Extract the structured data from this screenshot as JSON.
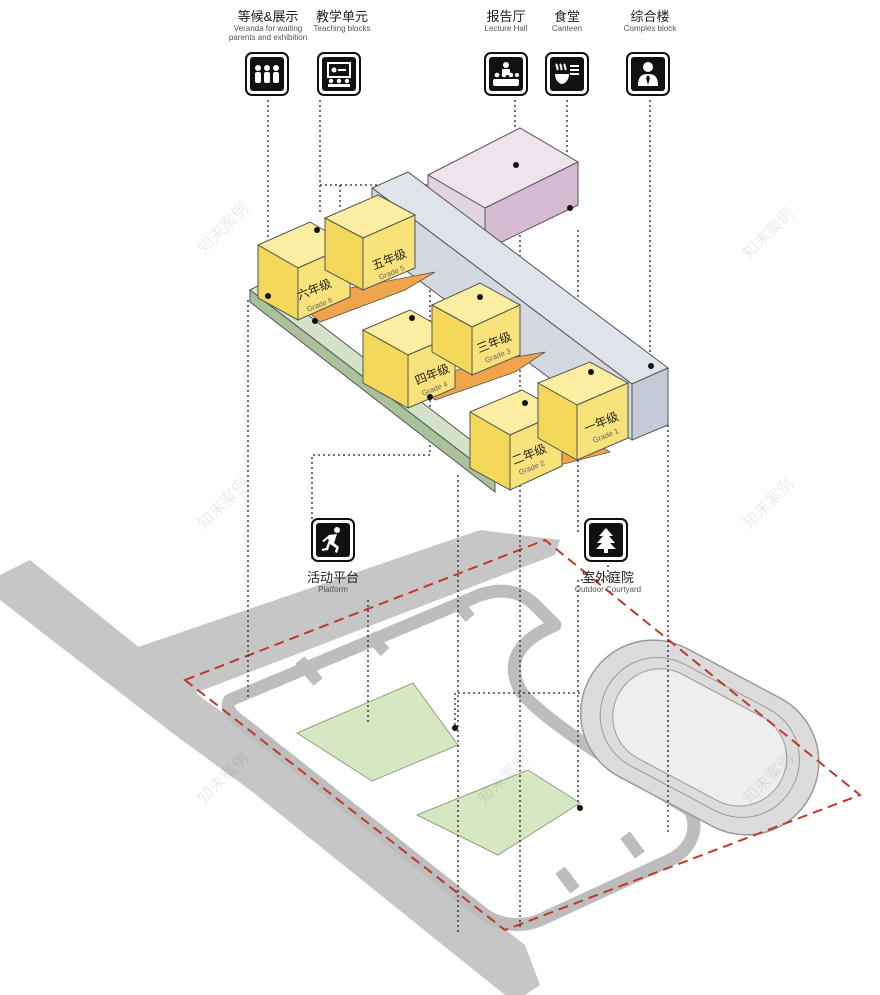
{
  "top_labels": [
    {
      "cn": "等候&展示",
      "en_lines": [
        "Veranda for waiting",
        "parents and exhibition"
      ],
      "icon": "people-group-icon"
    },
    {
      "cn": "教学单元",
      "en_lines": [
        "Teaching blocks"
      ],
      "icon": "classroom-icon"
    },
    {
      "cn": "报告厅",
      "en_lines": [
        "Lecture Hall"
      ],
      "icon": "lecture-hall-icon"
    },
    {
      "cn": "食堂",
      "en_lines": [
        "Canteen"
      ],
      "icon": "canteen-icon"
    },
    {
      "cn": "综合楼",
      "en_lines": [
        "Complex block"
      ],
      "icon": "person-icon"
    }
  ],
  "mid_labels": [
    {
      "cn": "活动平台",
      "en": "Platform",
      "icon": "running-person-icon"
    },
    {
      "cn": "室外庭院",
      "en": "Outdoor Courtyard",
      "icon": "tree-icon"
    }
  ],
  "grades": [
    {
      "cn": "六年级",
      "en": "Grade 6"
    },
    {
      "cn": "五年级",
      "en": "Grade 5"
    },
    {
      "cn": "四年级",
      "en": "Grade 4"
    },
    {
      "cn": "三年级",
      "en": "Grade 3"
    },
    {
      "cn": "二年级",
      "en": "Grade 2"
    },
    {
      "cn": "一年级",
      "en": "Grade 1"
    }
  ],
  "watermark": "知末案例",
  "colors": {
    "grade_block": "#f8e27a",
    "grade_block_side": "#efc94a",
    "orange_deck": "#f0a54a",
    "corridor": "#d6dce6",
    "lecture_hall": "#e3d4e2",
    "platform_green": "#c9dcbf",
    "courtyard_green": "#d6e7c3",
    "road_grey": "#c8c8c8",
    "site_boundary": "#c0392b"
  }
}
